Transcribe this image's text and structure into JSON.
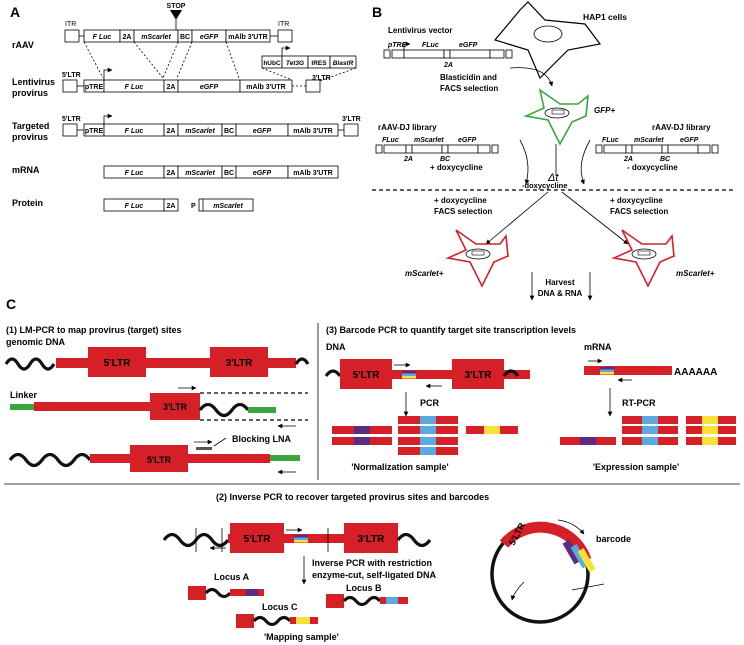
{
  "panels": {
    "A": "A",
    "B": "B",
    "C": "C"
  },
  "panelA": {
    "rows": {
      "raav": "rAAV",
      "lenti": "Lentivirus",
      "lenti2": "provirus",
      "targeted": "Targeted",
      "targeted2": "provirus",
      "mrna": "mRNA",
      "protein": "Protein"
    },
    "itr": "ITR",
    "stop": "STOP",
    "ltr5": "5'LTR",
    "ltr3": "3'LTR",
    "segments": {
      "ptre": "pTRE",
      "fluc": "F Luc",
      "t2a": "2A",
      "mscarlet": "mScarlet",
      "bc": "BC",
      "egfp": "eGFP",
      "malb": "mAlb 3'UTR",
      "hubc": "hUbC",
      "tet3g": "Tet3G",
      "ires": "IRES",
      "blastr": "BlastR",
      "p": "P"
    }
  },
  "panelB": {
    "hap1": "HAP1 cells",
    "lentivector": "Lentivirus vector",
    "ptre": "pTRE",
    "fluc": "FLuc",
    "egfp": "eGFP",
    "t2a": "2A",
    "selection1": "Blasticidin and",
    "selection2": "FACS selection",
    "gfp": "GFP+",
    "library": "rAAV-DJ library",
    "mscarlet": "mScarlet",
    "bc": "BC",
    "plusdox": "+ doxycycline",
    "minusdox": "- doxycycline",
    "deltat": "Δt",
    "deltadox": "-doxycycline",
    "facs": "FACS selection",
    "mscarletpos": "mScarlet+",
    "harvest1": "Harvest",
    "harvest2": "DNA & RNA"
  },
  "panelC": {
    "p1": "(1) LM-PCR to map provirus (target) sites",
    "genomic": "genomic DNA",
    "linker": "Linker",
    "lna": "Blocking LNA",
    "p3": "(3) Barcode PCR to quantify target site transcription levels",
    "dna": "DNA",
    "mrna": "mRNA",
    "polya": "AAAAAA",
    "pcr": "PCR",
    "rtpcr": "RT-PCR",
    "norm": "'Normalization sample'",
    "expr": "'Expression sample'",
    "p2": "(2) Inverse PCR to recover targeted provirus sites and barcodes",
    "inv1": "Inverse PCR with restriction",
    "inv2": "enzyme-cut, self-ligated DNA",
    "locusA": "Locus A",
    "locusB": "Locus B",
    "locusC": "Locus C",
    "mapping": "'Mapping sample'",
    "barcode": "barcode",
    "ltr5": "5'LTR",
    "ltr3": "3'LTR"
  },
  "colors": {
    "red": "#d62027",
    "green": "#3aa53f",
    "blue": "#5aa9e0",
    "yellow": "#f7e23a",
    "purple": "#5b2c83"
  }
}
